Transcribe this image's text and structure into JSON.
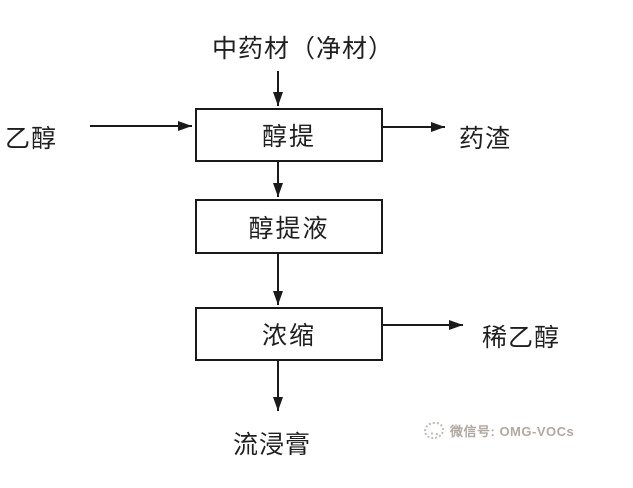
{
  "flowchart": {
    "source_label": "中药材（净材）",
    "solvent_label": "乙醇",
    "process_boxes": [
      {
        "id": "extraction",
        "label": "醇提"
      },
      {
        "id": "extract-liquid",
        "label": "醇提液"
      },
      {
        "id": "concentration",
        "label": "浓缩"
      }
    ],
    "residue_label": "药渣",
    "dilute_ethanol_label": "稀乙醇",
    "product_label": "流浸膏",
    "line_color": "#1a1a1a",
    "background_color": "#ffffff"
  },
  "watermark": {
    "icon": "wechat-logo-icon",
    "label": "微信号: OMG-VOCs",
    "color": "#b2a9a1"
  }
}
